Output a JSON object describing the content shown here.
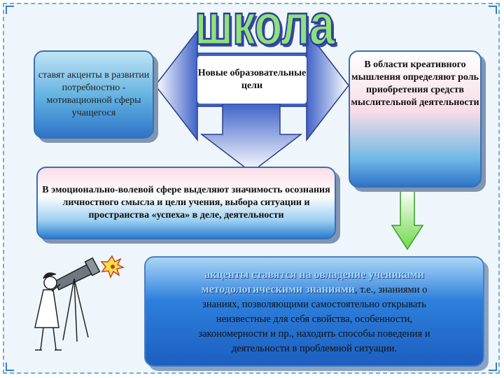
{
  "title": "школа",
  "center_label": "Новые образовательные цели",
  "left_box": "ставят акценты в развитии потребностно - мотивационной сферы учащегося",
  "right_box": "В области креативного мышления определяют роль приобретения средств мыслительной деятельности",
  "middle_box": "В эмоционально-волевой сфере выделяют значимость осознания личностного смысла и цели учения, выбора ситуации и пространства «успеха» в деле, деятельности",
  "bottom_box": {
    "accent_line1": "акценты ставятся на  овладение учениками",
    "accent_line2": "методологическими знаниями",
    "plain_line2_tail": ", т.е., знаниями о",
    "plain_line3": "знаниях, позволяющими   самостоятельно открывать",
    "plain_line4": "неизвестные для себя свойства, особенности,",
    "plain_line5": "закономерности и пр., находить способы поведения и",
    "plain_line6": "деятельности в проблемной ситуации."
  },
  "colors": {
    "arrow_blue": "#3f63c8",
    "arrow_green": "#7ede5a",
    "accent_text": "#9bd7ff"
  }
}
